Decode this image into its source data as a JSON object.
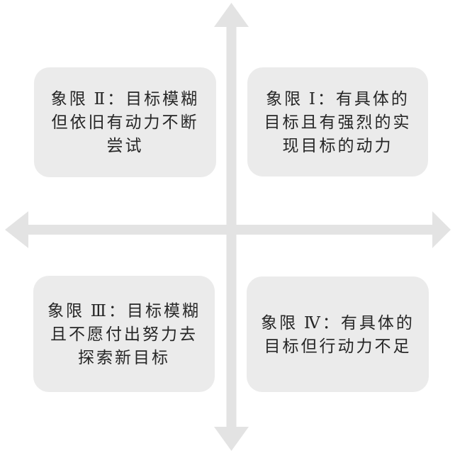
{
  "diagram": {
    "type": "quadrant-diagram",
    "colors": {
      "background": "#ffffff",
      "box_fill": "#ebebeb",
      "axis": "#e3e3e3",
      "text": "#262626"
    },
    "axes": {
      "vertical": "double-headed vertical arrow (up and down)",
      "horizontal": "double-headed horizontal arrow (left and right)"
    },
    "quadrants": [
      {
        "id": "quadrant-2",
        "position": "top-left",
        "text": "象限 Ⅱ：目标模糊但依旧有动力不断尝试",
        "lines": [
          "象限 Ⅱ：目标模糊",
          "但依旧有动力不断",
          "尝试"
        ]
      },
      {
        "id": "quadrant-1",
        "position": "top-right",
        "text": "象限 Ⅰ：有具体的目标且有强烈的实现目标的动力",
        "lines": [
          "象限 Ⅰ：有具体的",
          "目标且有强烈的实",
          "现目标的动力"
        ]
      },
      {
        "id": "quadrant-3",
        "position": "bottom-left",
        "text": "象限 Ⅲ：目标模糊且不愿付出努力去探索新目标",
        "lines": [
          "象限 Ⅲ：目标模糊",
          "且不愿付出努力去",
          "探索新目标"
        ]
      },
      {
        "id": "quadrant-4",
        "position": "bottom-right",
        "text": "象限 Ⅳ：有具体的目标但行动力不足",
        "lines": [
          "象限 Ⅳ：有具体的",
          "目标但行动力不足"
        ]
      }
    ]
  }
}
